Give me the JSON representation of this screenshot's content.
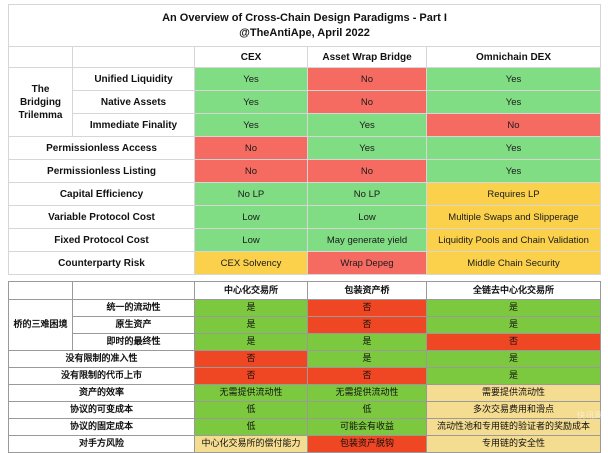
{
  "title": {
    "line1": "An Overview of Cross-Chain Design Paradigms - Part I",
    "line2": "@TheAntiApe, April 2022"
  },
  "colors": {
    "green_top": "#80dd84",
    "red_top": "#f56b62",
    "yellow_top": "#fbd14c",
    "green_bottom": "#7cc93f",
    "red_bottom": "#ef4623",
    "yellow_bottom": "#f4dc90"
  },
  "top_table": {
    "columns": [
      "",
      "",
      "CEX",
      "Asset Wrap Bridge",
      "Omnichain DEX"
    ],
    "group_label": "The Bridging Trilemma",
    "rows": [
      {
        "label": "Unified Liquidity",
        "grouped": true,
        "cells": [
          {
            "text": "Yes",
            "color": "g"
          },
          {
            "text": "No",
            "color": "r"
          },
          {
            "text": "Yes",
            "color": "g"
          }
        ]
      },
      {
        "label": "Native Assets",
        "grouped": true,
        "cells": [
          {
            "text": "Yes",
            "color": "g"
          },
          {
            "text": "No",
            "color": "r"
          },
          {
            "text": "Yes",
            "color": "g"
          }
        ]
      },
      {
        "label": "Immediate Finality",
        "grouped": true,
        "cells": [
          {
            "text": "Yes",
            "color": "g"
          },
          {
            "text": "Yes",
            "color": "g"
          },
          {
            "text": "No",
            "color": "r"
          }
        ]
      },
      {
        "label": "Permissionless Access",
        "grouped": false,
        "cells": [
          {
            "text": "No",
            "color": "r"
          },
          {
            "text": "Yes",
            "color": "g"
          },
          {
            "text": "Yes",
            "color": "g"
          }
        ]
      },
      {
        "label": "Permissionless Listing",
        "grouped": false,
        "cells": [
          {
            "text": "No",
            "color": "r"
          },
          {
            "text": "No",
            "color": "r"
          },
          {
            "text": "Yes",
            "color": "g"
          }
        ]
      },
      {
        "label": "Capital Efficiency",
        "grouped": false,
        "cells": [
          {
            "text": "No LP",
            "color": "g"
          },
          {
            "text": "No LP",
            "color": "g"
          },
          {
            "text": "Requires LP",
            "color": "y"
          }
        ]
      },
      {
        "label": "Variable Protocol Cost",
        "grouped": false,
        "cells": [
          {
            "text": "Low",
            "color": "g"
          },
          {
            "text": "Low",
            "color": "g"
          },
          {
            "text": "Multiple Swaps and Slipperage",
            "color": "y"
          }
        ]
      },
      {
        "label": "Fixed Protocol Cost",
        "grouped": false,
        "cells": [
          {
            "text": "Low",
            "color": "g"
          },
          {
            "text": "May generate yield",
            "color": "g"
          },
          {
            "text": "Liquidity Pools and Chain Validation",
            "color": "y"
          }
        ]
      },
      {
        "label": "Counterparty Risk",
        "grouped": false,
        "cells": [
          {
            "text": "CEX Solvency",
            "color": "y"
          },
          {
            "text": "Wrap Depeg",
            "color": "r"
          },
          {
            "text": "Middle Chain Security",
            "color": "y"
          }
        ]
      }
    ]
  },
  "bottom_table": {
    "columns": [
      "",
      "",
      "中心化交易所",
      "包装资产桥",
      "全链去中心化交易所"
    ],
    "group_label": "桥的三难困境",
    "rows": [
      {
        "label": "统一的流动性",
        "grouped": true,
        "cells": [
          {
            "text": "是",
            "color": "g2"
          },
          {
            "text": "否",
            "color": "r2"
          },
          {
            "text": "是",
            "color": "g2"
          }
        ]
      },
      {
        "label": "原生资产",
        "grouped": true,
        "cells": [
          {
            "text": "是",
            "color": "g2"
          },
          {
            "text": "否",
            "color": "r2"
          },
          {
            "text": "是",
            "color": "g2"
          }
        ]
      },
      {
        "label": "即时的最终性",
        "grouped": true,
        "cells": [
          {
            "text": "是",
            "color": "g2"
          },
          {
            "text": "是",
            "color": "g2"
          },
          {
            "text": "否",
            "color": "r2"
          }
        ]
      },
      {
        "label": "没有限制的准入性",
        "grouped": false,
        "cells": [
          {
            "text": "否",
            "color": "r2"
          },
          {
            "text": "是",
            "color": "g2"
          },
          {
            "text": "是",
            "color": "g2"
          }
        ]
      },
      {
        "label": "没有限制的代币上市",
        "grouped": false,
        "cells": [
          {
            "text": "否",
            "color": "r2"
          },
          {
            "text": "否",
            "color": "r2"
          },
          {
            "text": "是",
            "color": "g2"
          }
        ]
      },
      {
        "label": "资产的效率",
        "grouped": false,
        "cells": [
          {
            "text": "无需提供流动性",
            "color": "g2"
          },
          {
            "text": "无需提供流动性",
            "color": "g2"
          },
          {
            "text": "需要提供流动性",
            "color": "y2"
          }
        ]
      },
      {
        "label": "协议的可变成本",
        "grouped": false,
        "cells": [
          {
            "text": "低",
            "color": "g2"
          },
          {
            "text": "低",
            "color": "g2"
          },
          {
            "text": "多次交易费用和滑点",
            "color": "y2"
          }
        ]
      },
      {
        "label": "协议的固定成本",
        "grouped": false,
        "cells": [
          {
            "text": "低",
            "color": "g2"
          },
          {
            "text": "可能会有收益",
            "color": "g2"
          },
          {
            "text": "流动性池和专用链的验证者的奖励成本",
            "color": "y2"
          }
        ]
      },
      {
        "label": "对手方风险",
        "grouped": false,
        "cells": [
          {
            "text": "中心化交易所的偿付能力",
            "color": "y2"
          },
          {
            "text": "包装资产脱钩",
            "color": "r2"
          },
          {
            "text": "专用链的安全性",
            "color": "y2"
          }
        ]
      }
    ]
  },
  "watermark": "快讯网"
}
